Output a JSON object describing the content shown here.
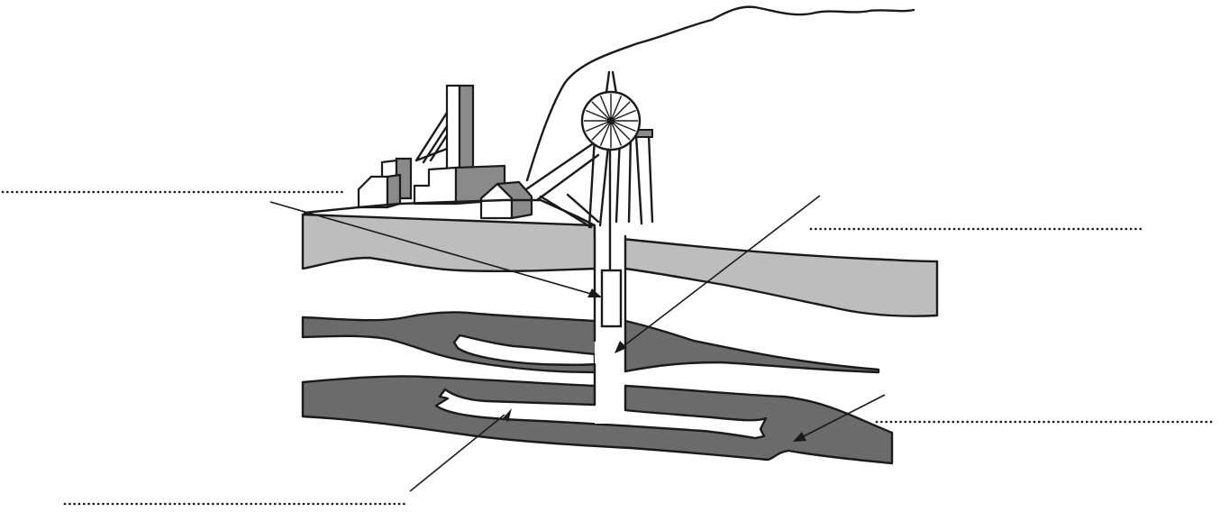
{
  "colors": {
    "ink": "#1a1a1a",
    "background": "#ffffff",
    "upper_rock_layer": "#bdbdbd",
    "coal_seam": "#6b6b6b",
    "building_shadow": "#8a8a8a"
  },
  "labels": [
    {
      "id": "label-left-top",
      "text": ""
    },
    {
      "id": "label-right-top",
      "text": ""
    },
    {
      "id": "label-right-bottom",
      "text": ""
    },
    {
      "id": "label-left-bottom",
      "text": ""
    }
  ],
  "icons": [
    "mine-headframe-icon",
    "winding-wheel-icon",
    "chimney-icon",
    "cage-icon"
  ]
}
